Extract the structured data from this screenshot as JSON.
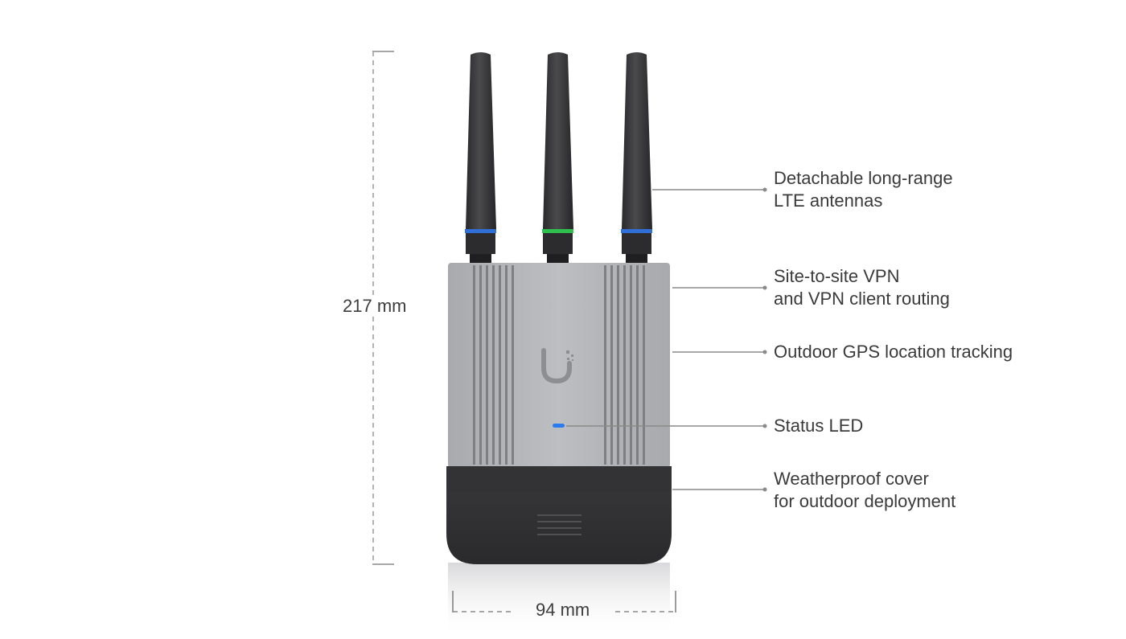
{
  "dimensions": {
    "height_label": "217 mm",
    "width_label": "94 mm"
  },
  "device": {
    "logo_text": "U",
    "antenna_ring_colors": [
      "#2f6fd6",
      "#2fbf4f",
      "#2f6fd6"
    ],
    "status_led_color": "#2b7bf0",
    "body_color": "#b7b8bb",
    "cover_color": "#2f2f31"
  },
  "callouts": [
    {
      "line1": "Detachable long-range",
      "line2": "LTE antennas"
    },
    {
      "line1": "Site-to-site VPN",
      "line2": "and VPN client routing"
    },
    {
      "line1": "Outdoor GPS location tracking",
      "line2": ""
    },
    {
      "line1": "Status LED",
      "line2": ""
    },
    {
      "line1": "Weatherproof cover",
      "line2": "for outdoor deployment"
    }
  ]
}
